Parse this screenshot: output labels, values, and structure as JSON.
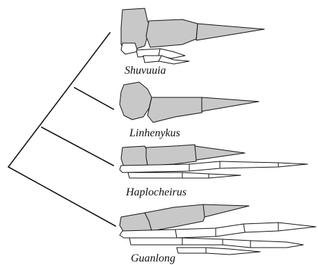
{
  "figure": {
    "taxa": [
      {
        "id": "shuvuuia",
        "label": "Shuvuuia"
      },
      {
        "id": "linhenykus",
        "label": "Linhenykus"
      },
      {
        "id": "haplocheirus",
        "label": "Haplocheirus"
      },
      {
        "id": "guanlong",
        "label": "Guanlong"
      }
    ],
    "colors": {
      "line": "#111111",
      "bone_fill_shaded": "#c8c8c8",
      "bone_fill_plain": "#ffffff",
      "background": "#ffffff"
    }
  }
}
